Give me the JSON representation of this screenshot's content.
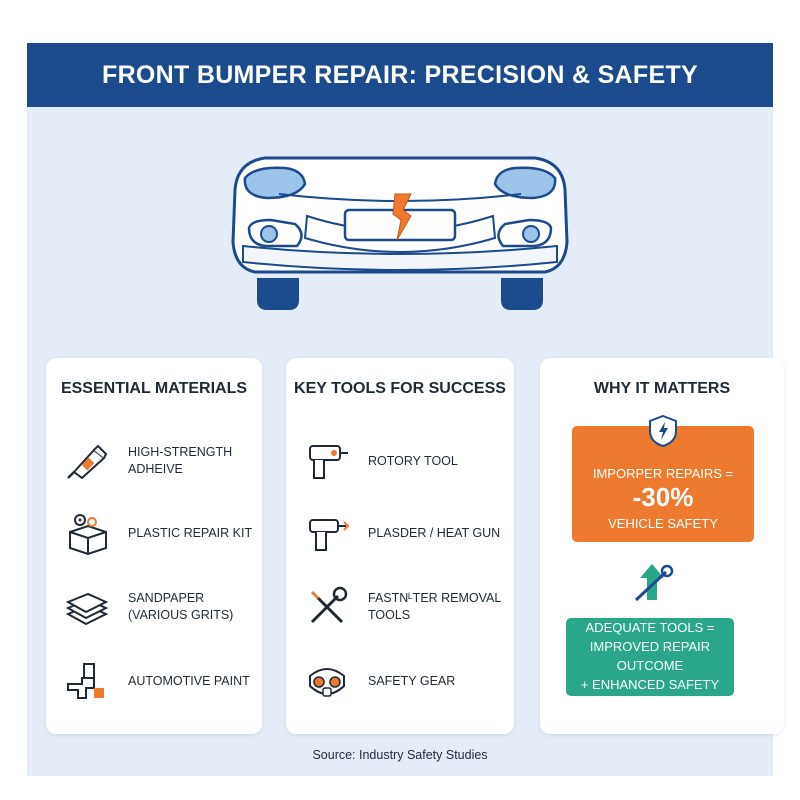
{
  "title": "FRONT BUMPER REPAIR: PRECISION & SAFETY",
  "colors": {
    "banner": "#1b4a8d",
    "background": "#e3ecf7",
    "accent_orange": "#ee7a2f",
    "accent_green": "#2aa68a",
    "headlight_blue": "#9cc4ea"
  },
  "illustration": {
    "icon": "car-front-cracked-bumper-icon"
  },
  "materials": {
    "title": "ESSENTIAL MATERIALS",
    "items": [
      {
        "label": "HIGH-STRENGTH ADHEIVE",
        "icon": "adhesive-tube-icon"
      },
      {
        "label": "PLASTIC REPAIR KIT",
        "icon": "repair-kit-box-icon"
      },
      {
        "label": "SANDPAPER (VARIOUS GRITS)",
        "icon": "sandpaper-stack-icon"
      },
      {
        "label": "AUTOMOTIVE PAINT",
        "icon": "paint-spray-gun-icon"
      }
    ]
  },
  "tools": {
    "title": "KEY TOOLS FOR SUCCESS",
    "items": [
      {
        "label": "ROTORY TOOL",
        "icon": "rotary-tool-icon"
      },
      {
        "label": "PLASDER / HEAT GUN",
        "icon": "heat-gun-icon"
      },
      {
        "label": "FASTNᴸTER REMOVAL TOOLS",
        "icon": "wrench-screwdriver-icon"
      },
      {
        "label": "SAFETY GEAR",
        "icon": "respirator-mask-icon"
      }
    ]
  },
  "why": {
    "title": "WHY IT MATTERS",
    "warning": {
      "line1": "IMPORPER REPAIRS =",
      "stat": "-30%",
      "line3": "VEHICLE SAFETY",
      "icon": "shield-lightning-icon"
    },
    "arrow_icon": "wrench-up-arrow-icon",
    "positive": {
      "line1": "ADEQUATE TOOLS =",
      "line2": "IMPROVED REPAIR OUTCOME",
      "line3": "+ ENHANCED SAFETY"
    }
  },
  "source": "Source: Industry Safety Studies"
}
